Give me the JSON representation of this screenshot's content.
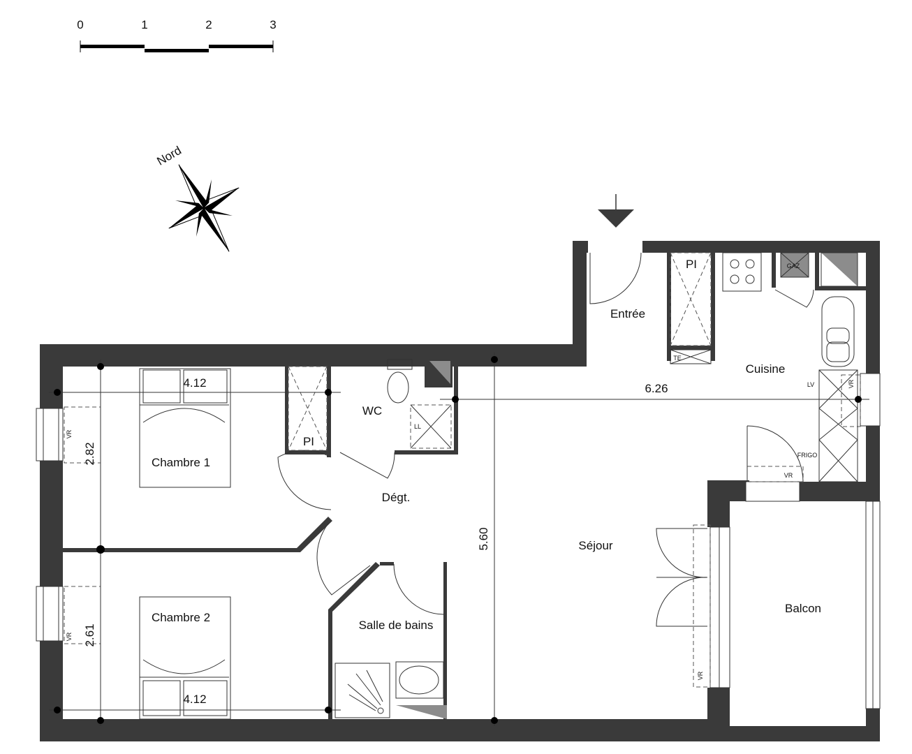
{
  "scale_bar": {
    "ticks": [
      "0",
      "1",
      "2",
      "3"
    ]
  },
  "compass": {
    "label": "Nord"
  },
  "rooms": {
    "chambre1": "Chambre 1",
    "chambre2": "Chambre 2",
    "wc": "WC",
    "degt": "Dégt.",
    "sdb": "Salle de bains",
    "sejour": "Séjour",
    "balcon": "Balcon",
    "entree": "Entrée",
    "cuisine": "Cuisine"
  },
  "fixtures": {
    "pi1": "PI",
    "pi2": "PI",
    "gaz": "GAZ",
    "te": "TE",
    "lv": "LV",
    "ll": "LL",
    "frigo": "FRIGO",
    "vr": [
      "VR",
      "VR",
      "VR",
      "VR",
      "VR"
    ]
  },
  "dimensions": {
    "ch1_width": "4.12",
    "ch2_width": "4.12",
    "ch1_depth": "2.82",
    "ch2_depth": "2.61",
    "sejour_depth": "5.60",
    "sejour_width": "6.26"
  },
  "colors": {
    "wall": "#3a3a3a",
    "fixture_fill": "#8c8c8c"
  }
}
